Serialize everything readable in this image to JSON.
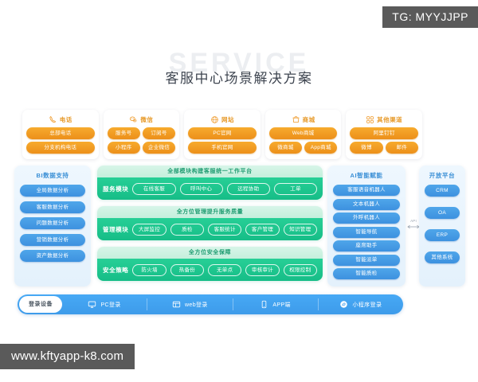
{
  "watermarks": {
    "telegram": "TG: MYYJJPP",
    "site": "www.kftyapp-k8.com"
  },
  "header": {
    "ghost_text": "SERVICE",
    "title": "客服中心场景解决方案"
  },
  "channels": [
    {
      "icon": "phone-icon",
      "title": "电话",
      "items": [
        {
          "label": "总部电话",
          "width": "full"
        },
        {
          "label": "分支机构电话",
          "width": "full"
        }
      ]
    },
    {
      "icon": "wechat-icon",
      "title": "微信",
      "items": [
        {
          "label": "服务号",
          "width": "half"
        },
        {
          "label": "订阅号",
          "width": "half"
        },
        {
          "label": "小程序",
          "width": "half"
        },
        {
          "label": "企业微信",
          "width": "half"
        }
      ]
    },
    {
      "icon": "globe-icon",
      "title": "网站",
      "items": [
        {
          "label": "PC官网",
          "width": "full"
        },
        {
          "label": "手机官网",
          "width": "full"
        }
      ]
    },
    {
      "icon": "mall-icon",
      "title": "商城",
      "items": [
        {
          "label": "Web商城",
          "width": "full"
        },
        {
          "label": "微商城",
          "width": "half"
        },
        {
          "label": "App商城",
          "width": "half"
        }
      ]
    },
    {
      "icon": "grid-icon",
      "title": "其他渠道",
      "items": [
        {
          "label": "阿里钉钉",
          "width": "full"
        },
        {
          "label": "微博",
          "width": "half"
        },
        {
          "label": "邮件",
          "width": "half"
        }
      ]
    }
  ],
  "bi_panel": {
    "title": "BI数据支持",
    "items": [
      "全局数据分析",
      "客服数据分析",
      "问题数据分析",
      "营销数据分析",
      "资产数据分析"
    ]
  },
  "core_blocks": [
    {
      "heading": "全部模块构建客服统一工作平台",
      "label": "服务模块",
      "tags": [
        "在线客服",
        "呼叫中心",
        "远程协助",
        "工单"
      ]
    },
    {
      "heading": "全方位管理提升服务质量",
      "label": "管理模块",
      "tags": [
        "大屏监控",
        "质检",
        "客服统计",
        "客户管理",
        "知识管理"
      ]
    },
    {
      "heading": "全方位安全保障",
      "label": "安全策略",
      "tags": [
        "防火墙",
        "热备份",
        "无单点",
        "审核审计",
        "权限控制"
      ]
    }
  ],
  "ai_panel": {
    "title": "AI智能赋能",
    "items": [
      "客服语音机器人",
      "文本机器人",
      "外呼机器人",
      "智能导航",
      "座席助手",
      "智能派单",
      "智能质检"
    ]
  },
  "connector": {
    "label": "API"
  },
  "open_panel": {
    "title": "开放平台",
    "items": [
      "CRM",
      "OA",
      "ERP",
      "其他系统"
    ]
  },
  "login_bar": {
    "lead": "登录设备",
    "items": [
      {
        "icon": "monitor-icon",
        "label": "PC登录"
      },
      {
        "icon": "browser-icon",
        "label": "web登录"
      },
      {
        "icon": "mobile-icon",
        "label": "APP端"
      },
      {
        "icon": "miniprogram-icon",
        "label": "小程序登录"
      }
    ]
  },
  "colors": {
    "orange": "#ee9520",
    "blue": "#3d91df",
    "green": "#1abd88",
    "title_gray": "#3e4550"
  }
}
